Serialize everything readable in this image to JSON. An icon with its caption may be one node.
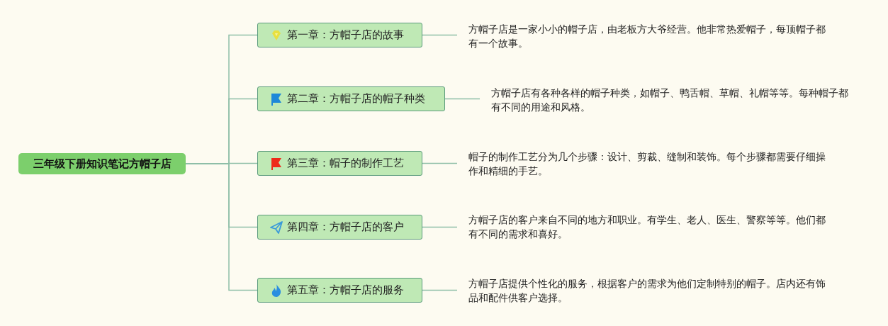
{
  "diagram": {
    "nodes": [
      {
        "text": [
          "三年级下册知识笔记方帽子店"
        ]
      },
      {
        "text": [
          "第一章：方帽子店的故事"
        ]
      },
      {
        "text": [
          "第二章：方帽子店的帽子种类"
        ]
      },
      {
        "text": [
          "第三章：帽子的制作工艺"
        ]
      },
      {
        "text": [
          "第四章：方帽子店的客户"
        ]
      },
      {
        "text": [
          "第五章：方帽子店的服务"
        ]
      },
      {
        "text": [
          "方帽子店是一家小小的帽子店，由老板方大爷经营。他非常热爱帽子，每顶帽子都有一个故事。"
        ]
      },
      {
        "text": [
          "方帽子店有各种各样的帽子种类，如帽子、鸭舌帽、草帽、礼帽等等。每种帽子都有不同的用途和风格。"
        ]
      },
      {
        "text": [
          "帽子的制作工艺分为几个步骤：设计、剪裁、缝制和装饰。每个步骤都需要仔细操作和精细的手艺。"
        ]
      },
      {
        "text": [
          "方帽子店的客户来自不同的地方和职业。有学生、老人、医生、警察等等。他们都有不同的需求和喜好。"
        ]
      },
      {
        "text": [
          "方帽子店提供个性化的服务，根据客户的需求为他们定制特别的帽子。店内还有饰品和配件供客户选择。"
        ]
      }
    ],
    "edges": [
      {
        "from": 0,
        "to": 1,
        "arrow": "none"
      },
      {
        "from": 0,
        "to": 2,
        "arrow": "none"
      },
      {
        "from": 0,
        "to": 3,
        "arrow": "none"
      },
      {
        "from": 0,
        "to": 4,
        "arrow": "none"
      },
      {
        "from": 0,
        "to": 5,
        "arrow": "none"
      },
      {
        "from": 1,
        "to": 6,
        "arrow": "none"
      },
      {
        "from": 2,
        "to": 7,
        "arrow": "none"
      },
      {
        "from": 3,
        "to": 8,
        "arrow": "none"
      },
      {
        "from": 4,
        "to": 9,
        "arrow": "none"
      },
      {
        "from": 5,
        "to": 10,
        "arrow": "none"
      }
    ]
  }
}
